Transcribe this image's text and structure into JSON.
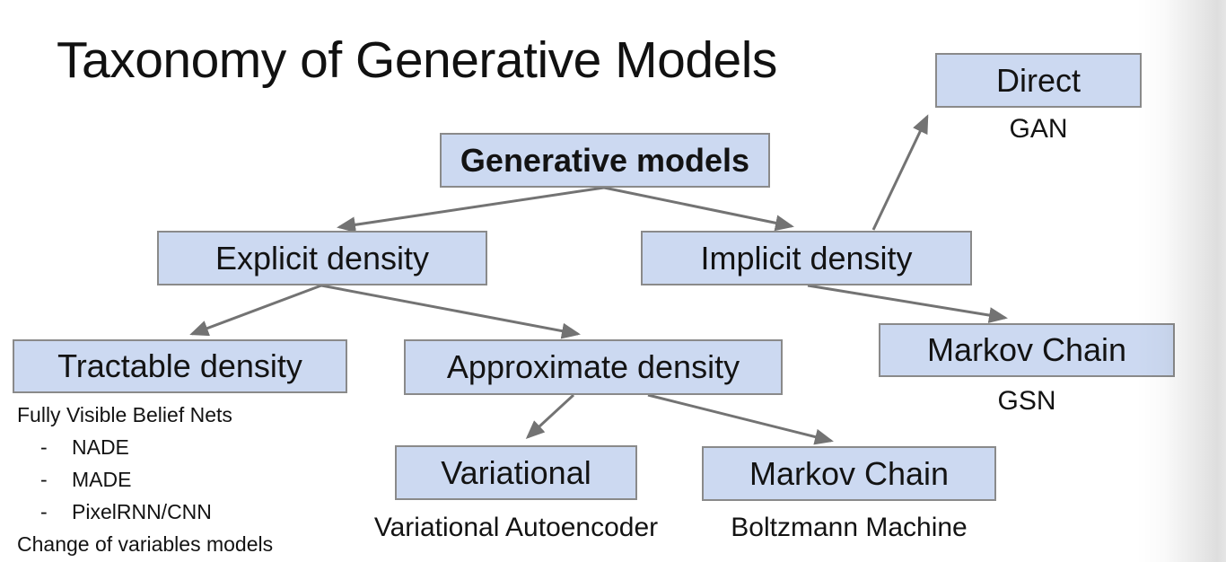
{
  "title": "Taxonomy of Generative Models",
  "colors": {
    "box_fill": "#ccd9f1",
    "box_border": "#8a8a8a",
    "arrow": "#737373",
    "text": "#131313"
  },
  "nodes": {
    "generative": {
      "label": "Generative models"
    },
    "explicit": {
      "label": "Explicit density"
    },
    "implicit": {
      "label": "Implicit density"
    },
    "direct": {
      "label": "Direct",
      "annotation": "GAN"
    },
    "tractable": {
      "label": "Tractable density"
    },
    "approximate": {
      "label": "Approximate density"
    },
    "markov_gsn": {
      "label": "Markov Chain",
      "annotation": "GSN"
    },
    "variational": {
      "label": "Variational",
      "annotation": "Variational Autoencoder"
    },
    "markov_boltzmann": {
      "label": "Markov Chain",
      "annotation": "Boltzmann Machine"
    }
  },
  "edges": [
    {
      "from": "generative",
      "to": "explicit"
    },
    {
      "from": "generative",
      "to": "implicit"
    },
    {
      "from": "implicit",
      "to": "direct"
    },
    {
      "from": "implicit",
      "to": "markov_gsn"
    },
    {
      "from": "explicit",
      "to": "tractable"
    },
    {
      "from": "explicit",
      "to": "approximate"
    },
    {
      "from": "approximate",
      "to": "variational"
    },
    {
      "from": "approximate",
      "to": "markov_boltzmann"
    }
  ],
  "notes": {
    "heading": "Fully Visible Belief Nets",
    "bullet": "-",
    "items": [
      "NADE",
      "MADE",
      "PixelRNN/CNN"
    ],
    "footer": "Change of variables models"
  }
}
